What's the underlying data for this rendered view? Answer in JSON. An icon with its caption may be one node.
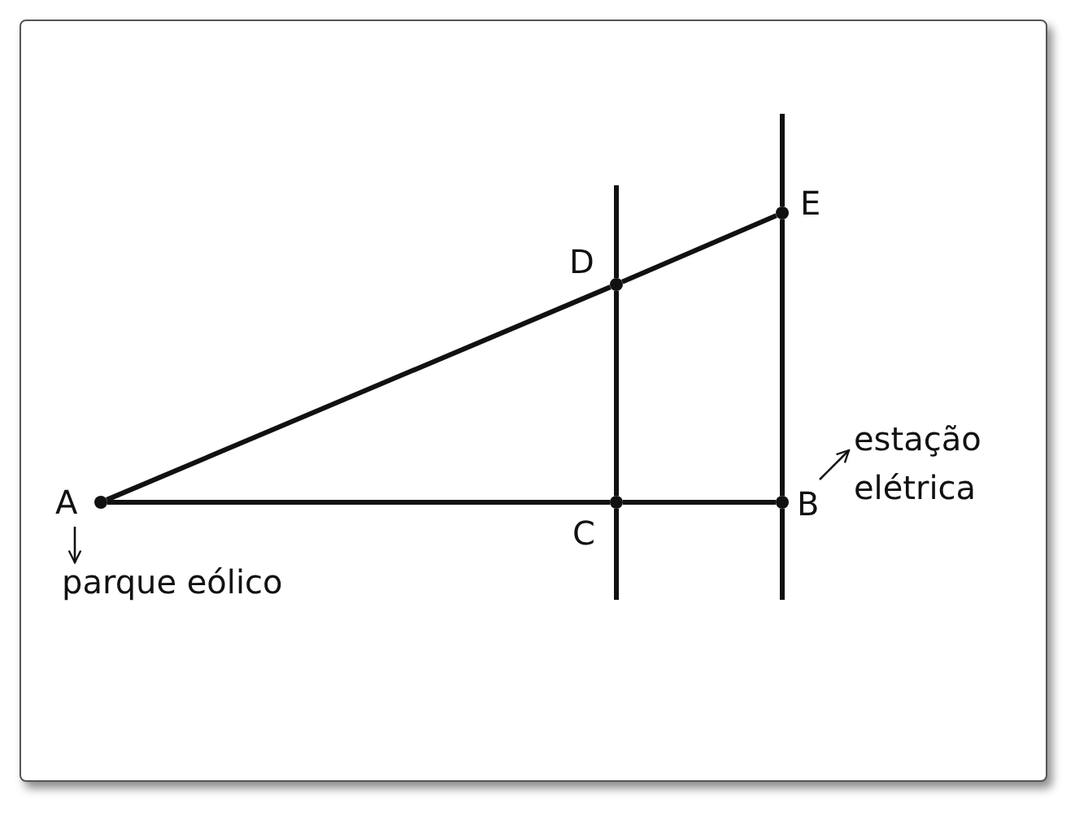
{
  "diagram": {
    "nodes": [
      {
        "text": [
          "A"
        ]
      },
      {
        "text": [
          "parque eólico"
        ]
      },
      {
        "text": [
          "D"
        ]
      },
      {
        "text": [
          "E"
        ]
      },
      {
        "text": [
          "C"
        ]
      },
      {
        "text": [
          "B"
        ]
      },
      {
        "text": [
          "estação elétrica"
        ]
      }
    ],
    "edges": [
      {
        "from": 0,
        "to": 2,
        "arrow": "none"
      },
      {
        "from": 2,
        "to": 3,
        "arrow": "none"
      },
      {
        "from": 0,
        "to": 4,
        "arrow": "none"
      },
      {
        "from": 4,
        "to": 5,
        "arrow": "none"
      },
      {
        "from": 4,
        "to": 2,
        "arrow": "none"
      },
      {
        "from": 5,
        "to": 3,
        "arrow": "none"
      },
      {
        "from": 0,
        "to": 1,
        "arrow": "to"
      },
      {
        "from": 5,
        "to": 6,
        "arrow": "to"
      }
    ]
  }
}
